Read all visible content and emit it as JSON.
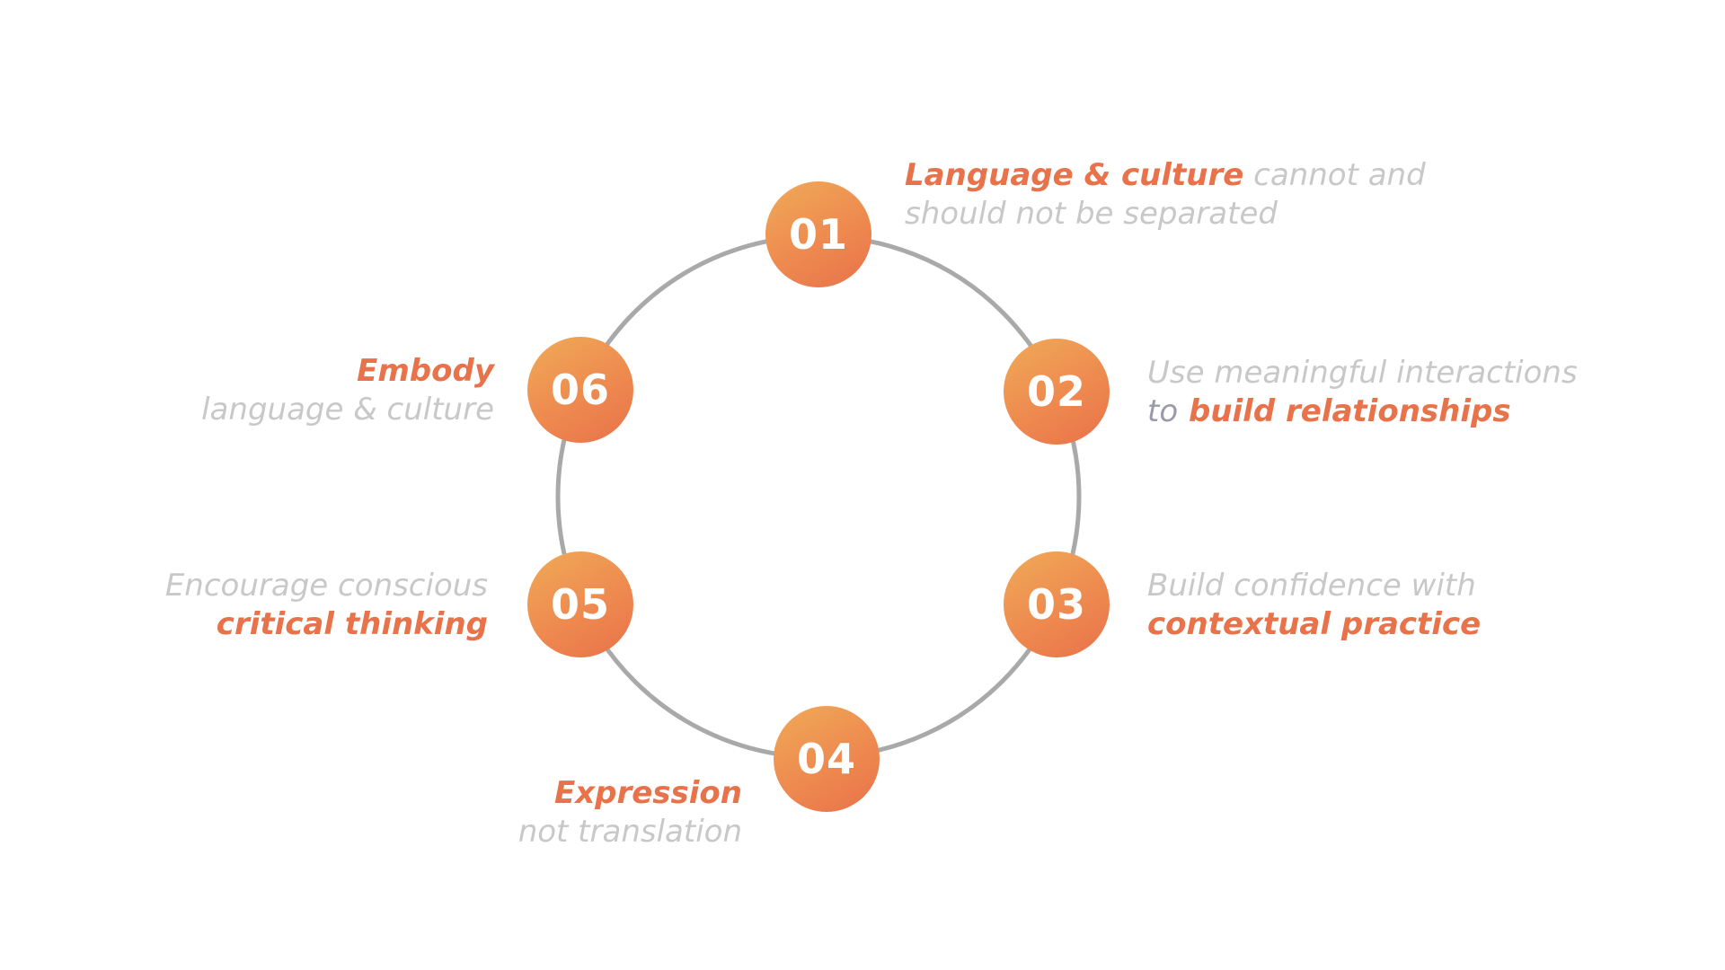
{
  "colors": {
    "accent": "#e8724a",
    "muted": "#c8c8c8",
    "connector": "#9a9aaa",
    "ring": "#a9a9a9"
  },
  "steps": [
    {
      "number": "01",
      "line1_highlight": "Language & culture",
      "line1_rest": " cannot and",
      "line2": "should not be separated"
    },
    {
      "number": "02",
      "line1": "Use meaningful interactions",
      "line2_connector": "to",
      "line2_highlight": " build relationships"
    },
    {
      "number": "03",
      "line1": "Build confidence with",
      "line2_highlight": "contextual practice"
    },
    {
      "number": "04",
      "line1_highlight": "Expression",
      "line2": "not translation"
    },
    {
      "number": "05",
      "line1": "Encourage conscious",
      "line2_highlight": "critical thinking"
    },
    {
      "number": "06",
      "line1_highlight": "Embody",
      "line2": "language & culture"
    }
  ]
}
